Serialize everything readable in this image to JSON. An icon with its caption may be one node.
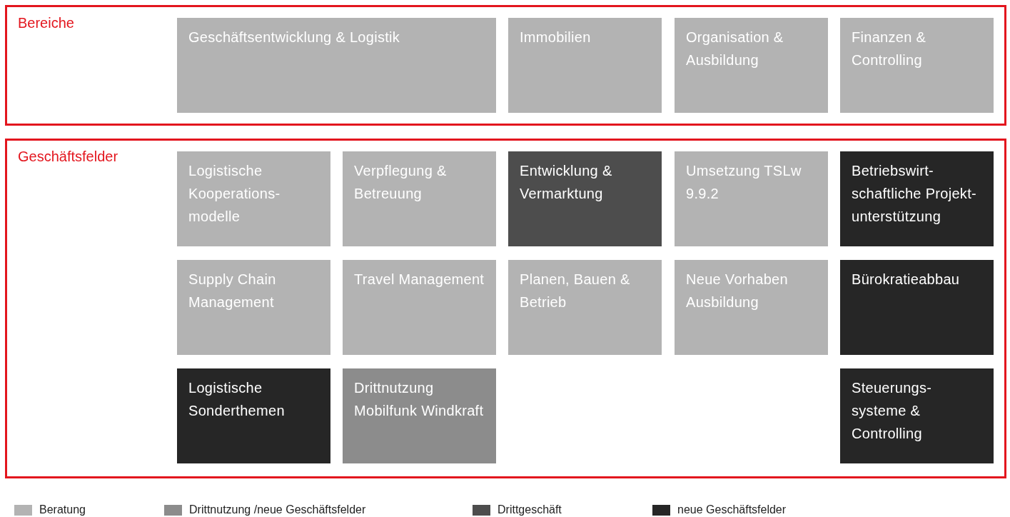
{
  "diagram": {
    "nodes": [
      {
        "text": [
          "Bereiche"
        ]
      },
      {
        "text": [
          "Geschäftsentwicklung & Logistik"
        ],
        "in": 0
      },
      {
        "text": [
          "Immobilien"
        ],
        "in": 0
      },
      {
        "text": [
          "Organisation & Ausbildung"
        ],
        "in": 0
      },
      {
        "text": [
          "Finanzen & Controlling"
        ],
        "in": 0
      },
      {
        "text": [
          "Geschäftsfelder"
        ]
      },
      {
        "text": [
          "Logistische Kooperations- modelle"
        ],
        "in": 5
      },
      {
        "text": [
          "Verpflegung & Betreuung"
        ],
        "in": 5
      },
      {
        "text": [
          "Entwicklung & Vermarktung"
        ],
        "in": 5
      },
      {
        "text": [
          "Umsetzung TSLw 9.9.2"
        ],
        "in": 5
      },
      {
        "text": [
          "Betriebswirt- schaftliche Projekt- unterstützung"
        ],
        "in": 5
      },
      {
        "text": [
          "Supply Chain Management"
        ],
        "in": 5
      },
      {
        "text": [
          "Travel Management"
        ],
        "in": 5
      },
      {
        "text": [
          "Planen, Bauen & Betrieb"
        ],
        "in": 5
      },
      {
        "text": [
          "Neue Vorhaben Ausbildung"
        ],
        "in": 5
      },
      {
        "text": [
          "Bürokratieabbau"
        ],
        "in": 5
      },
      {
        "text": [
          "Logistische Sonderthemen"
        ],
        "in": 5
      },
      {
        "text": [
          "Drittnutzung Mobilfunk Windkraft"
        ],
        "in": 5
      },
      {
        "text": [
          "Steuerungs- systeme & Controlling"
        ],
        "in": 5
      }
    ],
    "edges": [],
    "legend": [
      {
        "text": "Beratung",
        "color": "#b3b3b3"
      },
      {
        "text": "Drittnutzung /neue Geschäftsfelder",
        "color": "#8c8c8c"
      },
      {
        "text": "Drittgeschäft",
        "color": "#4d4d4d"
      },
      {
        "text": "neue Geschäftsfelder",
        "color": "#262626"
      }
    ]
  }
}
